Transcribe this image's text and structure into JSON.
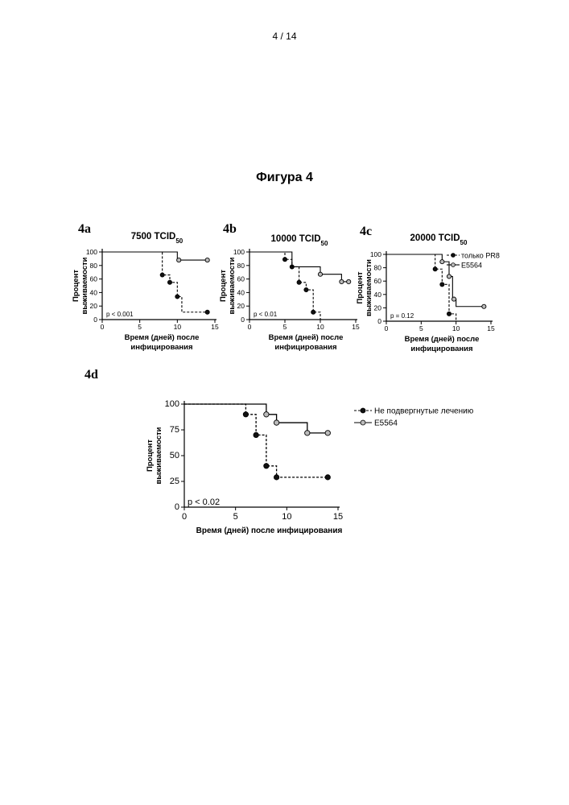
{
  "page": {
    "number": "4 / 14",
    "figure_title": "Фигура 4"
  },
  "chart_data": [
    {
      "id": "4a",
      "type": "line",
      "panel_label": "4a",
      "title_main": "7500 TCID",
      "title_sub": "50",
      "ylabel": [
        "Процент",
        "выживаемости"
      ],
      "xlabel": [
        "Время (дней) после",
        "инфицирования"
      ],
      "xlim": [
        0,
        15
      ],
      "ylim": [
        0,
        100
      ],
      "xticks": [
        0,
        5,
        10,
        15
      ],
      "xtick_labels": [
        "0",
        "5",
        "10",
        "15"
      ],
      "yticks": [
        0,
        20,
        40,
        60,
        80,
        100
      ],
      "ytick_labels": [
        "0",
        "20",
        "40",
        "60",
        "80",
        "100"
      ],
      "p_value": "p < 0.001",
      "series": [
        {
          "line": "dashed",
          "marker": "filled",
          "steps": [
            [
              0,
              100
            ],
            [
              8,
              100
            ],
            [
              8,
              66
            ],
            [
              9,
              66
            ],
            [
              9,
              55
            ],
            [
              10,
              55
            ],
            [
              10,
              34
            ],
            [
              10.6,
              34
            ],
            [
              10.6,
              11
            ],
            [
              14,
              11
            ]
          ],
          "markers": [
            [
              8,
              66
            ],
            [
              9,
              55
            ],
            [
              10,
              34
            ],
            [
              14,
              11
            ]
          ]
        },
        {
          "line": "solid",
          "marker": "open",
          "steps": [
            [
              0,
              100
            ],
            [
              10,
              100
            ],
            [
              10,
              88
            ],
            [
              14,
              88
            ]
          ],
          "markers": [
            [
              10.2,
              88
            ],
            [
              14,
              88
            ]
          ]
        }
      ]
    },
    {
      "id": "4b",
      "type": "line",
      "panel_label": "4b",
      "title_main": "10000 TCID",
      "title_sub": "50",
      "ylabel": [
        "Процент",
        "выживаемости"
      ],
      "xlabel": [
        "Время (дней) после",
        "инфицирования"
      ],
      "xlim": [
        0,
        15
      ],
      "ylim": [
        0,
        100
      ],
      "xticks": [
        0,
        5,
        10,
        15
      ],
      "xtick_labels": [
        "0",
        "5",
        "10",
        "15"
      ],
      "yticks": [
        0,
        20,
        40,
        60,
        80,
        100
      ],
      "ytick_labels": [
        "0",
        "20",
        "40",
        "60",
        "80",
        "100"
      ],
      "p_value": "p < 0.01",
      "series": [
        {
          "line": "dashed",
          "marker": "filled",
          "steps": [
            [
              0,
              100
            ],
            [
              5,
              100
            ],
            [
              5,
              89
            ],
            [
              6,
              89
            ],
            [
              6,
              78
            ],
            [
              7,
              78
            ],
            [
              7,
              55
            ],
            [
              8,
              55
            ],
            [
              8,
              44
            ],
            [
              9,
              44
            ],
            [
              9,
              11
            ],
            [
              10,
              11
            ],
            [
              10,
              0
            ]
          ],
          "markers": [
            [
              5,
              89
            ],
            [
              6,
              78
            ],
            [
              7,
              55
            ],
            [
              8,
              44
            ],
            [
              9,
              11
            ]
          ]
        },
        {
          "line": "solid",
          "marker": "open",
          "steps": [
            [
              0,
              100
            ],
            [
              6,
              100
            ],
            [
              6,
              78
            ],
            [
              10,
              78
            ],
            [
              10,
              67
            ],
            [
              13,
              67
            ],
            [
              13,
              56
            ],
            [
              14,
              56
            ]
          ],
          "markers": [
            [
              10,
              67
            ],
            [
              13,
              56
            ],
            [
              14,
              56
            ]
          ]
        }
      ]
    },
    {
      "id": "4c",
      "type": "line",
      "panel_label": "4c",
      "title_main": "20000 TCID",
      "title_sub": "50",
      "ylabel": [
        "Процент",
        "выживаемости"
      ],
      "xlabel": [
        "Время (дней) после",
        "инфицирования"
      ],
      "xlim": [
        0,
        15
      ],
      "ylim": [
        0,
        100
      ],
      "xticks": [
        0,
        5,
        10,
        15
      ],
      "xtick_labels": [
        "0",
        "5",
        "10",
        "15"
      ],
      "yticks": [
        0,
        20,
        40,
        60,
        80,
        100
      ],
      "ytick_labels": [
        "0",
        "20",
        "40",
        "60",
        "80",
        "100"
      ],
      "p_value": "p = 0.12",
      "legend": [
        "только PR8",
        "E5564"
      ],
      "series": [
        {
          "name": "только PR8",
          "line": "dashed",
          "marker": "filled",
          "steps": [
            [
              0,
              100
            ],
            [
              7,
              100
            ],
            [
              7,
              78
            ],
            [
              8,
              78
            ],
            [
              8,
              55
            ],
            [
              9,
              55
            ],
            [
              9,
              11
            ],
            [
              10,
              11
            ],
            [
              10,
              0
            ]
          ],
          "markers": [
            [
              7,
              78
            ],
            [
              8,
              55
            ],
            [
              9,
              11
            ]
          ]
        },
        {
          "name": "E5564",
          "line": "solid",
          "marker": "open",
          "steps": [
            [
              0,
              100
            ],
            [
              8,
              100
            ],
            [
              8,
              89
            ],
            [
              9,
              89
            ],
            [
              9,
              67
            ],
            [
              9.5,
              67
            ],
            [
              9.5,
              33
            ],
            [
              10,
              33
            ],
            [
              10,
              22
            ],
            [
              14,
              22
            ]
          ],
          "markers": [
            [
              8,
              89
            ],
            [
              9,
              67
            ],
            [
              9.7,
              33
            ],
            [
              14,
              22
            ]
          ]
        }
      ]
    },
    {
      "id": "4d",
      "type": "line",
      "panel_label": "4d",
      "ylabel": [
        "Процент",
        "выживаемости"
      ],
      "xlabel": [
        "Время (дней) после инфицирования"
      ],
      "xlim": [
        0,
        15
      ],
      "ylim": [
        0,
        100
      ],
      "xticks": [
        0,
        5,
        10,
        15
      ],
      "xtick_labels": [
        "0",
        "5",
        "10",
        "15"
      ],
      "yticks": [
        0,
        25,
        50,
        75,
        100
      ],
      "ytick_labels": [
        "0",
        "25",
        "50",
        "75",
        "100"
      ],
      "p_value": "p < 0.02",
      "legend": [
        "Не подвергнутые лечению",
        "E5564"
      ],
      "series": [
        {
          "name": "Не подвергнутые лечению",
          "line": "dashed",
          "marker": "filled",
          "steps": [
            [
              0,
              100
            ],
            [
              6,
              100
            ],
            [
              6,
              90
            ],
            [
              7,
              90
            ],
            [
              7,
              70
            ],
            [
              8,
              70
            ],
            [
              8,
              40
            ],
            [
              9,
              40
            ],
            [
              9,
              29
            ],
            [
              14,
              29
            ]
          ],
          "markers": [
            [
              6,
              90
            ],
            [
              7,
              70
            ],
            [
              8,
              40
            ],
            [
              9,
              29
            ],
            [
              14,
              29
            ]
          ]
        },
        {
          "name": "E5564",
          "line": "solid",
          "marker": "open",
          "steps": [
            [
              0,
              100
            ],
            [
              8,
              100
            ],
            [
              8,
              90
            ],
            [
              9,
              90
            ],
            [
              9,
              82
            ],
            [
              12,
              82
            ],
            [
              12,
              72
            ],
            [
              14,
              72
            ]
          ],
          "markers": [
            [
              8,
              90
            ],
            [
              9,
              82
            ],
            [
              12,
              72
            ],
            [
              14,
              72
            ]
          ]
        }
      ]
    }
  ]
}
